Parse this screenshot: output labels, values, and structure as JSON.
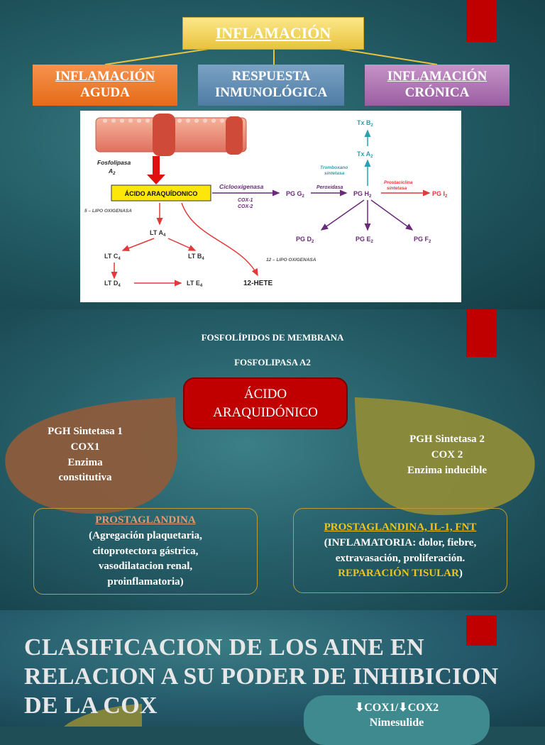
{
  "slide1": {
    "title": "INFLAMACIÓN",
    "boxes": [
      {
        "line1": "INFLAMACIÓN",
        "line2": "AGUDA"
      },
      {
        "line1": "RESPUESTA",
        "line2": "INMUNOLÓGICA"
      },
      {
        "line1": "INFLAMACIÓN",
        "line2": "CRÓNICA"
      }
    ],
    "diagram": {
      "fosfolipasa": "Fosfolipasa",
      "fosfolipasa_sub": "A",
      "fosfolipasa_sub2": "2",
      "acido": "ÁCIDO ARAQUÍDONICO",
      "ciclooxigenasa": "Ciclooxigenasa",
      "cox1": "COX-1",
      "cox2": "COX-2",
      "lipo5": "5 – LIPO OXIGENASA",
      "lipo12": "12 – LIPO OXIGENASA",
      "peroxidasa": "Peroxidasa",
      "tromboxano": "Tromboxano",
      "sintetasa": "sintetasa",
      "prostaciclina": "Prostaciclina",
      "prost_sintetasa": "sintetasa",
      "pgg": "PG G",
      "pgg_sub": "2",
      "pgh": "PG H",
      "pgh_sub": "2",
      "pgi": "PG I",
      "pgi_sub": "2",
      "txa": "Tx A",
      "txa_sub": "2",
      "txb": "Tx B",
      "txb_sub": "2",
      "pgd": "PG D",
      "pgd_sub": "2",
      "pge": "PG E",
      "pge_sub": "2",
      "pgf": "PG F",
      "pgf_sub": "2",
      "lta": "LT A",
      "lta_sub": "4",
      "ltb": "LT B",
      "ltb_sub": "4",
      "ltc": "LT C",
      "ltc_sub": "4",
      "ltd": "LT D",
      "ltd_sub": "4",
      "lte": "LT E",
      "lte_sub": "4",
      "hete": "12-HETE"
    }
  },
  "slide2": {
    "fosfolipidos": "FOSFOLÍPIDOS DE MEMBRANA",
    "fosfolipasa": "FOSFOLIPASA A2",
    "acido_line1": "ÁCIDO",
    "acido_line2": "ARAQUIDÓNICO",
    "left_leaf": [
      "PGH Sintetasa 1",
      "COX1",
      "Enzima",
      "constitutiva"
    ],
    "right_leaf": [
      "PGH Sintetasa 2",
      "COX 2",
      "Enzima inducible"
    ],
    "left_box": {
      "heading": "PROSTAGLANDINA",
      "lines": [
        "(Agregación plaquetaria,",
        "citoprotectora gástrica,",
        "vasodilatacion renal,",
        "proinflamatoria)"
      ]
    },
    "right_box": {
      "heading": "PROSTAGLANDINA, IL-1, FNT",
      "lines": [
        "(INFLAMATORIA: dolor, fiebre,",
        "extravasación, proliferación."
      ],
      "last": "REPARACIÓN TISULAR",
      "last_close": ")"
    }
  },
  "slide3": {
    "title_lines": [
      "CLASIFICACION DE LOS AINE EN",
      "RELACION A SU PODER DE INHIBICION",
      "DE LA COX"
    ],
    "pill_arrow": "⬇",
    "pill_line1_a": "COX1/",
    "pill_line1_b": "COX2",
    "pill_line2": "Nimesulide"
  },
  "colors": {
    "accent_red": "#c00000",
    "gold": "#f0c419",
    "leaf_brown": "#8a5a3a",
    "leaf_olive": "#8f8a38"
  }
}
